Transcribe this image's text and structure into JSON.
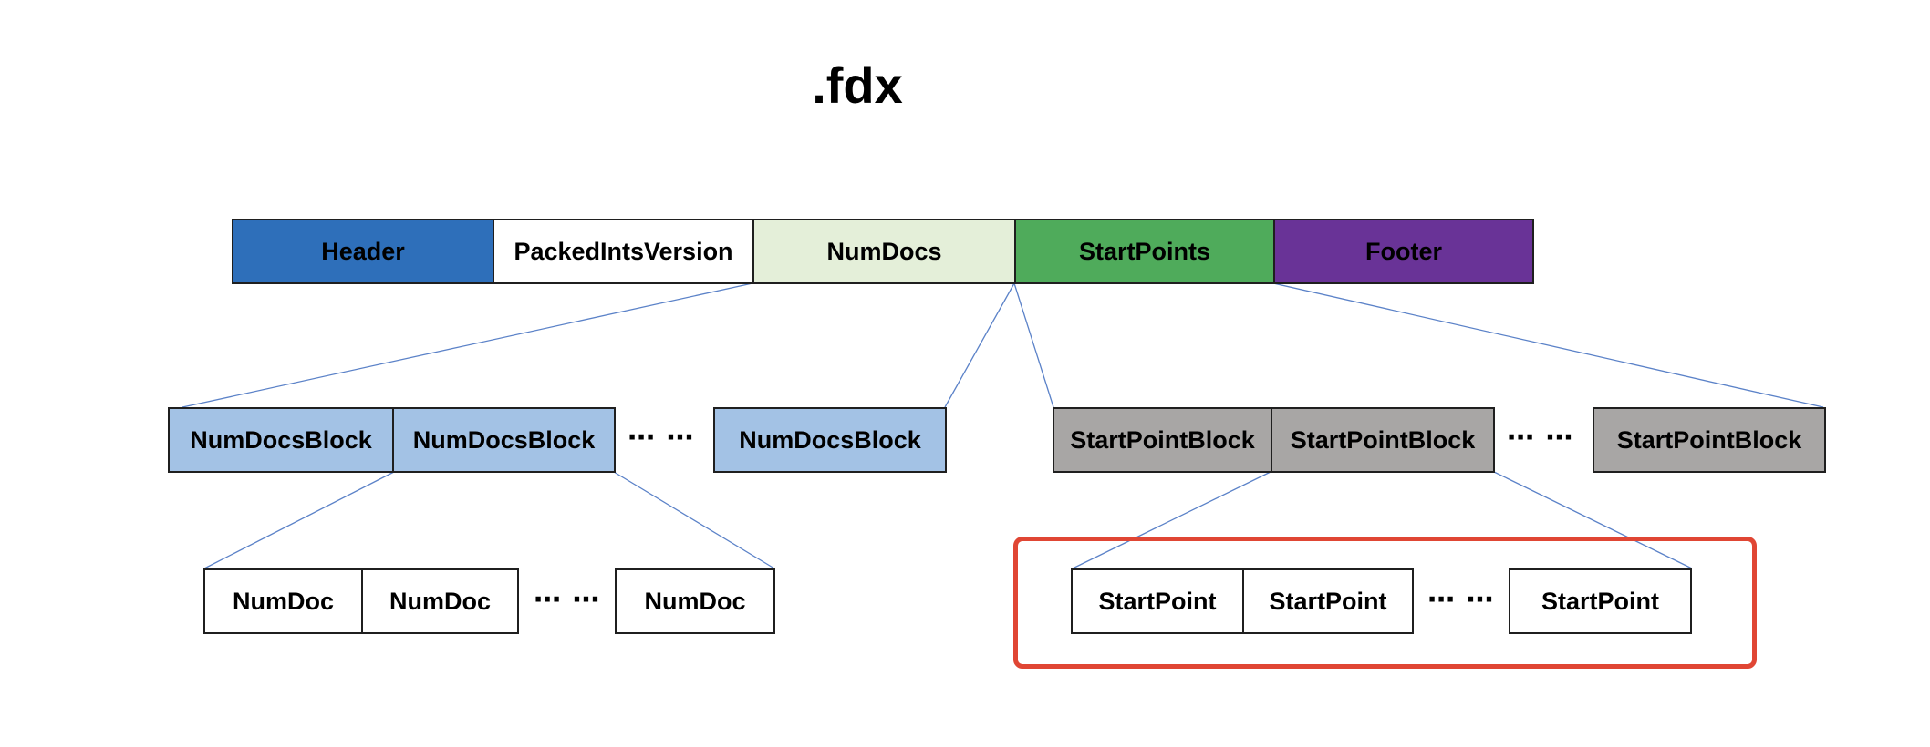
{
  "title": ".fdx",
  "top_row": {
    "header": "Header",
    "packed_ints_version": "PackedIntsVersion",
    "num_docs": "NumDocs",
    "start_points": "StartPoints",
    "footer": "Footer"
  },
  "num_docs_blocks": {
    "block_1": "NumDocsBlock",
    "block_2": "NumDocsBlock",
    "ellipsis": "⋯ ⋯",
    "block_last": "NumDocsBlock"
  },
  "start_point_blocks": {
    "block_1": "StartPointBlock",
    "block_2": "StartPointBlock",
    "ellipsis": "⋯ ⋯",
    "block_last": "StartPointBlock"
  },
  "num_doc_items": {
    "item_1": "NumDoc",
    "item_2": "NumDoc",
    "ellipsis": "⋯ ⋯",
    "item_last": "NumDoc"
  },
  "start_point_items": {
    "item_1": "StartPoint",
    "item_2": "StartPoint",
    "ellipsis": "⋯ ⋯",
    "item_last": "StartPoint"
  },
  "colors": {
    "header": "#2e6fba",
    "packed_ints_version": "#ffffff",
    "num_docs": "#e4efd9",
    "start_points": "#4fab5b",
    "footer": "#693397",
    "num_docs_block": "#a3c2e5",
    "start_point_block": "#a8a6a5",
    "connector": "#5b82c8",
    "highlight": "#e04634"
  }
}
